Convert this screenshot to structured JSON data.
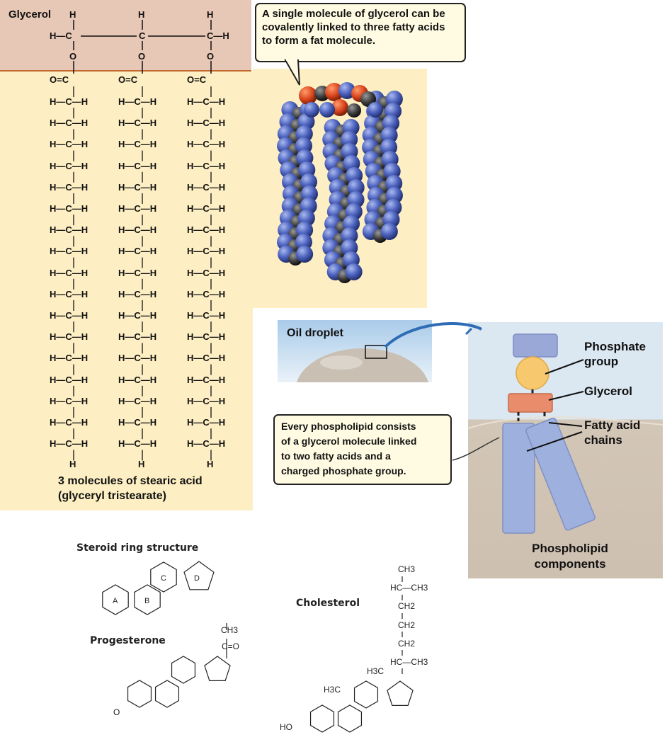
{
  "glycerol_panel": {
    "title": "Glycerol",
    "top_row": [
      "H",
      "H",
      "H"
    ],
    "middle_row": [
      "H—C",
      "C",
      "C—H"
    ],
    "oxygen_row": [
      "O",
      "O",
      "O"
    ]
  },
  "stearic_acid_panel": {
    "carbonyl": "O=C",
    "chain_rows": [
      "H—C—H",
      "H—C—H",
      "H—C—H",
      "H—C—H",
      "H—C—H",
      "H—C—H",
      "H—C—H",
      "H—C—H",
      "H—C—H",
      "H—C—H",
      "H—C—H",
      "H—C—H",
      "H—C—H",
      "H—C—H",
      "H—C—H",
      "H—C—H",
      "H—C—H"
    ],
    "terminal_h": "H",
    "caption_line1": "3 molecules of stearic acid",
    "caption_line2": "(glyceryl tristearate)"
  },
  "fat_callout": {
    "line1": "A single molecule of glycerol can be",
    "line2": "covalently linked to three fatty acids",
    "line3": "to form a fat molecule."
  },
  "phospholipid_panel": {
    "oil_droplet_label": "Oil droplet",
    "phosphate_label_line1": "Phosphate",
    "phosphate_label_line2": "group",
    "glycerol_label": "Glycerol",
    "fatty_acid_label_line1": "Fatty acid",
    "fatty_acid_label_line2": "chains",
    "callout_line1": "Every phospholipid consists",
    "callout_line2": "of a glycerol molecule linked",
    "callout_line3": "to two fatty acids and a",
    "callout_line4": "charged phosphate group.",
    "caption_line1": "Phospholipid",
    "caption_line2": "components",
    "colors": {
      "panel_bg": "#d6e4ef",
      "droplet": "#cbbfb1",
      "phosphate": "#9aa8d8",
      "head": "#f8c86f",
      "glycerol": "#e98c6b",
      "tails": "#9eb0dd"
    }
  },
  "steroids": {
    "ring_structure_label": "Steroid ring structure",
    "ring_letters": [
      "A",
      "B",
      "C",
      "D"
    ],
    "progesterone_label": "Progesterone",
    "progesterone_substituents": [
      "CH3",
      "C=O",
      "O"
    ],
    "cholesterol_label": "Cholesterol",
    "cholesterol_chain": [
      "CH3",
      "HC—CH3",
      "CH2",
      "CH2",
      "CH2",
      "HC—CH3"
    ],
    "cholesterol_methyls": [
      "H3C",
      "H3C"
    ],
    "hydroxyl": "HO"
  }
}
